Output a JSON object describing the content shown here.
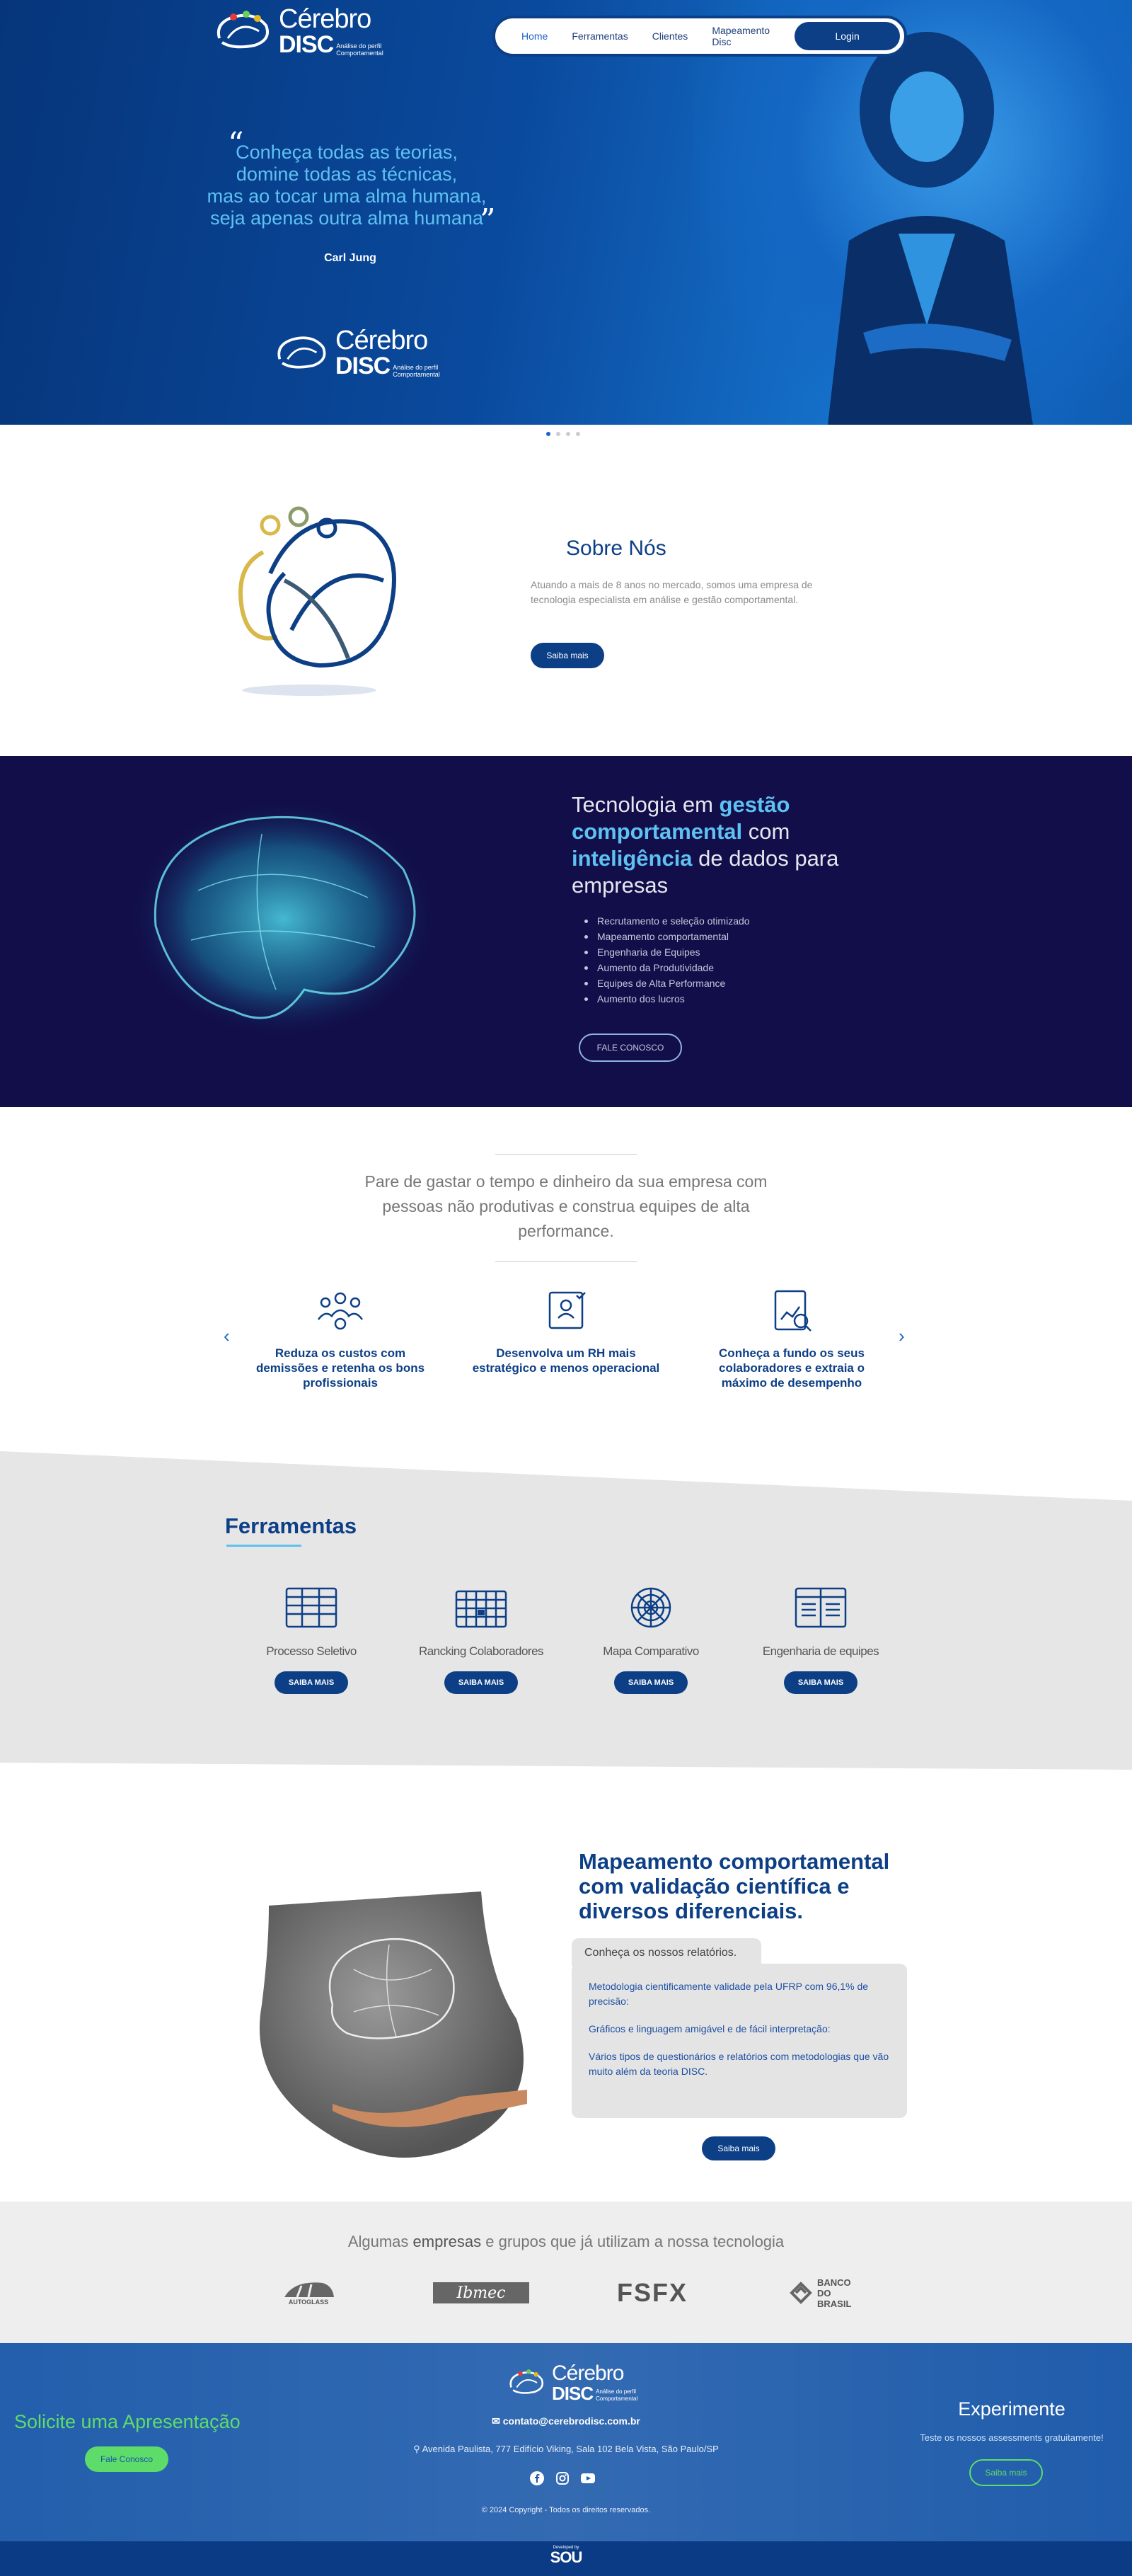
{
  "brand": {
    "word1": "Cérebro",
    "word2": "DISC",
    "tagline": "Análise do perfil Comportamental"
  },
  "nav": {
    "items": [
      "Home",
      "Ferramentas",
      "Clientes",
      "Mapeamento Disc"
    ],
    "login": "Login"
  },
  "hero": {
    "quote_lines": [
      "Conheça todas as teorias,",
      "domine todas as técnicas,",
      "mas ao tocar uma alma humana,",
      "seja apenas outra alma humana"
    ],
    "author": "Carl Jung"
  },
  "about": {
    "title": "Sobre Nós",
    "text": "Atuando a mais de 8 anos no mercado, somos uma empresa de tecnologia especialista em análise e gestão comportamental.",
    "button": "Saiba mais"
  },
  "tech": {
    "title_parts": [
      "Tecnologia em ",
      "gestão comportamental",
      " com ",
      "inteligência",
      " de dados para empresas"
    ],
    "list": [
      "Recrutamento e seleção otimizado",
      "Mapeamento comportamental",
      "Engenharia de Equipes",
      "Aumento da Produtividade",
      "Equipes de Alta Performance",
      "Aumento dos lucros"
    ],
    "button": "FALE CONOSCO"
  },
  "stop": {
    "text": "Pare de gastar o tempo e dinheiro da sua empresa com pessoas não produtivas e construa equipes de alta performance.",
    "benefits": [
      "Reduza os custos com demissões e retenha os bons profissionais",
      "Desenvolva um RH mais estratégico e menos operacional",
      "Conheça a fundo os seus colaboradores e extraia o máximo de desempenho"
    ],
    "arrow_left": "‹",
    "arrow_right": "›"
  },
  "tools": {
    "title": "Ferramentas",
    "items": [
      "Processo Seletivo",
      "Rancking Colaboradores",
      "Mapa Comparativo",
      "Engenharia de equipes"
    ],
    "button": "SAIBA MAIS"
  },
  "mapping": {
    "title": "Mapeamento comportamental com validação científica e diversos diferenciais.",
    "tab": "Conheça os nossos relatórios.",
    "items": [
      "Metodologia cientificamente validade pela UFRP com 96,1% de precisão:",
      "Gráficos e linguagem amigável e de fácil interpretação:",
      "Vários tipos de questionários e relatórios com metodologias que vão muito além da teoria DISC."
    ],
    "button": "Saiba mais"
  },
  "clients": {
    "title_parts": [
      "Algumas ",
      "empresas",
      " e grupos que já utilizam a nossa tecnologia"
    ],
    "logos": [
      "AUTOGLASS",
      "Ibmec",
      "FSFX",
      "BANCO DO BRASIL"
    ]
  },
  "footer": {
    "solicite": [
      "Solicite uma ",
      "Apresentação"
    ],
    "solicite_button": "Fale Conosco",
    "email": "contato@cerebrodisc.com.br",
    "address": "Avenida Paulista, 777 Edifício Viking, Sala 102 Bela Vista, São Paulo/SP",
    "copyright": "© 2024 Copyright - Todos os direitos reservados.",
    "experimente_title": "Experimente",
    "experimente_text": "Teste os nossos assessments gratuitamente!",
    "experimente_button": "Saiba mais",
    "dev_small": "Developed by",
    "dev_logo": "SOU"
  },
  "colors": {
    "primary": "#0c3f86",
    "accent": "#5ec1f2",
    "green": "#5edc6a",
    "tech_bg": "#120e4a"
  }
}
